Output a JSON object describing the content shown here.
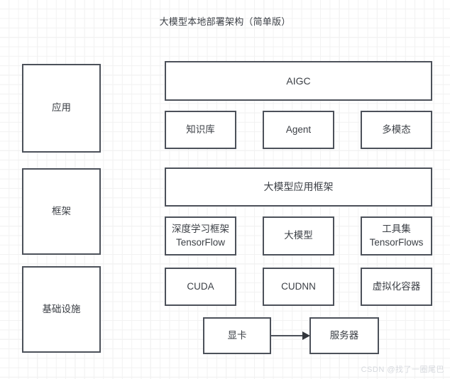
{
  "diagram": {
    "title": "大模型本地部署架构（简单版）",
    "accent_border_color": "#4c515a",
    "text_color": "#3b3f45",
    "background_color": "#ffffff",
    "grid_line_color": "#ebebeb"
  },
  "tiers": [
    {
      "label": "应用"
    },
    {
      "label": "框架"
    },
    {
      "label": "基础设施"
    }
  ],
  "nodes": {
    "aigc": "AIGC",
    "knowledge_base": "知识库",
    "agent": "Agent",
    "multimodal": "多模态",
    "app_framework": "大模型应用框架",
    "deep_learning_framework": "深度学习框架 TensorFlow",
    "large_model": "大模型",
    "toolset": "工具集 TensorFlows",
    "cuda": "CUDA",
    "cudnn": "CUDNN",
    "virtual_container": "虚拟化容器",
    "gpu": "显卡",
    "server": "服务器"
  },
  "connections": [
    {
      "from": "显卡",
      "to": "服务器",
      "arrow": "single"
    }
  ],
  "watermark": "CSDN @找了一圈尾巴"
}
